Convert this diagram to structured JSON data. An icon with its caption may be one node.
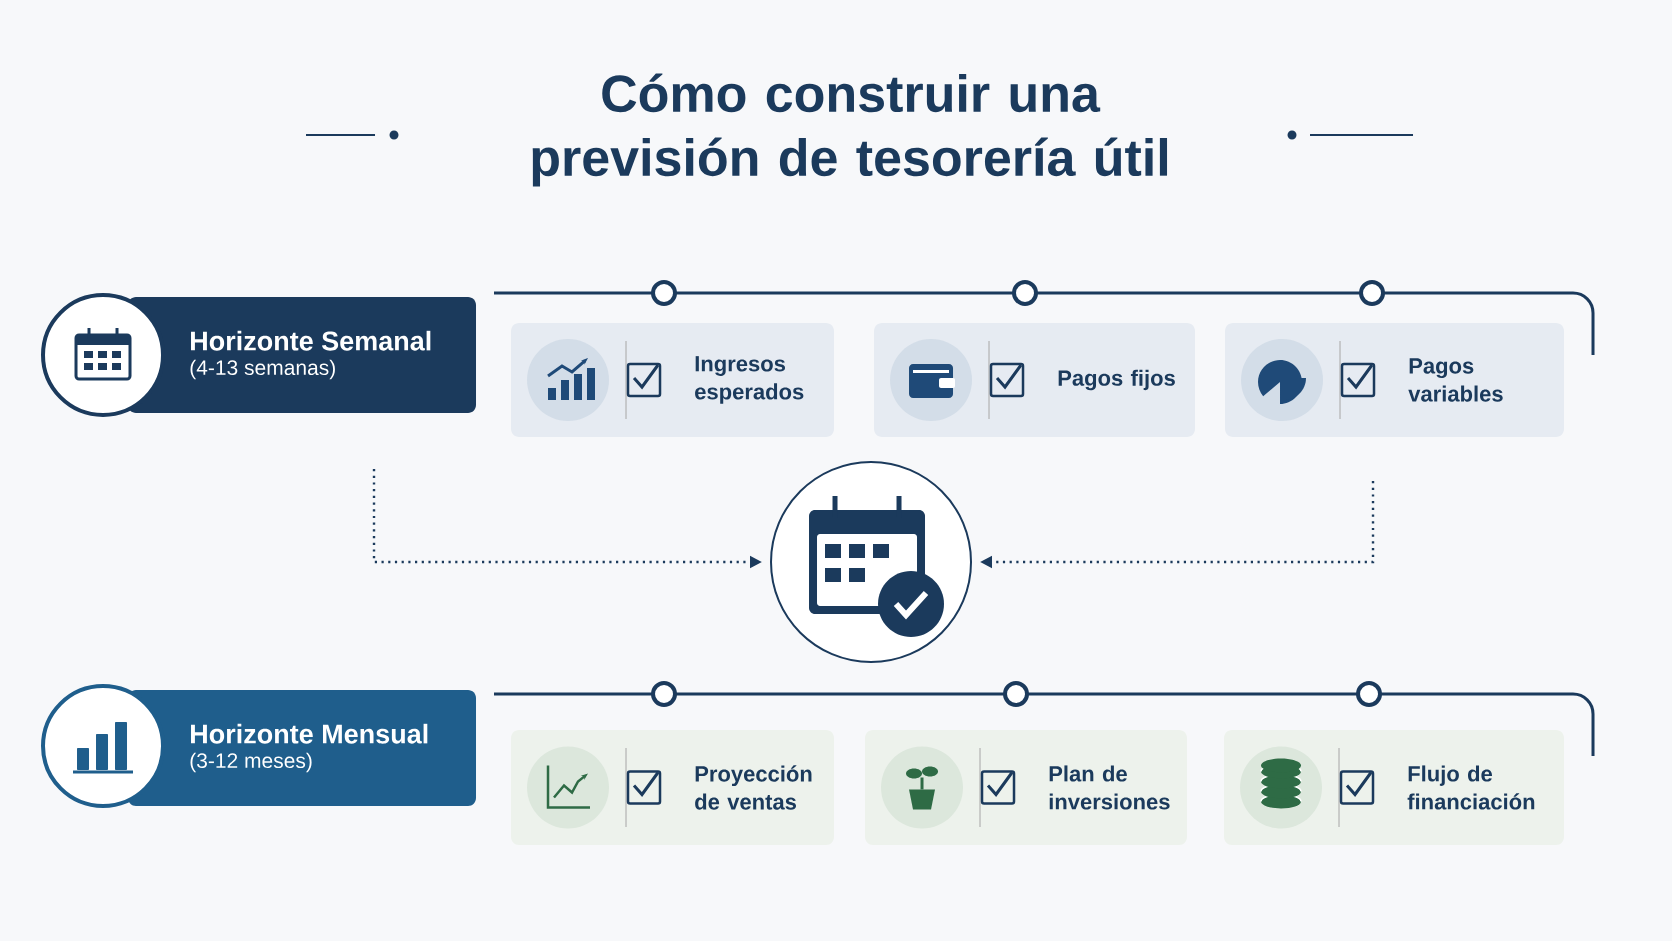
{
  "diagram": {
    "title": "Cómo construir una previsión de tesorería útil",
    "nodes": [
      {
        "text": [
          "Horizonte Semanal",
          "(4-13 semanas)"
        ]
      },
      {
        "text": [
          "Ingresos esperados"
        ]
      },
      {
        "text": [
          "Pagos fijos"
        ]
      },
      {
        "text": [
          "Pagos variables"
        ]
      },
      {
        "text": [],
        "shape": "circle"
      },
      {
        "text": [
          "Horizonte Mensual",
          "(3-12 meses)"
        ]
      },
      {
        "text": [
          "Proyección de ventas"
        ]
      },
      {
        "text": [
          "Plan de inversiones"
        ]
      },
      {
        "text": [
          "Flujo de financiación"
        ]
      }
    ],
    "edges": [
      {
        "from": 0,
        "to": 4,
        "arrow": "to",
        "style": "dashed"
      },
      {
        "from": 3,
        "to": 4,
        "arrow": "to",
        "style": "dashed"
      }
    ]
  }
}
